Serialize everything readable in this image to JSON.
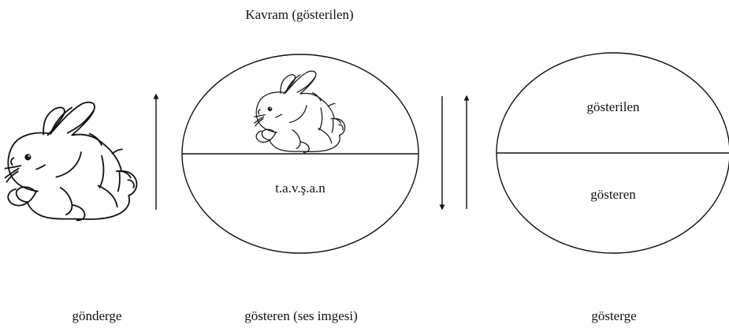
{
  "diagram": {
    "top_title": "Kavram (gösterilen)",
    "middle_sign_text": "t.a.v.ş.a.n",
    "right_top_text": "gösterilen",
    "right_bottom_text": "gösteren",
    "bottom_labels": {
      "left": "gönderge",
      "center": "gösteren (ses imgesi)",
      "right": "gösterge"
    },
    "icons": {
      "referent_image": "rabbit-icon",
      "concept_image": "rabbit-icon",
      "arrow_up": "arrow-up-icon",
      "arrow_down": "arrow-down-icon"
    }
  }
}
